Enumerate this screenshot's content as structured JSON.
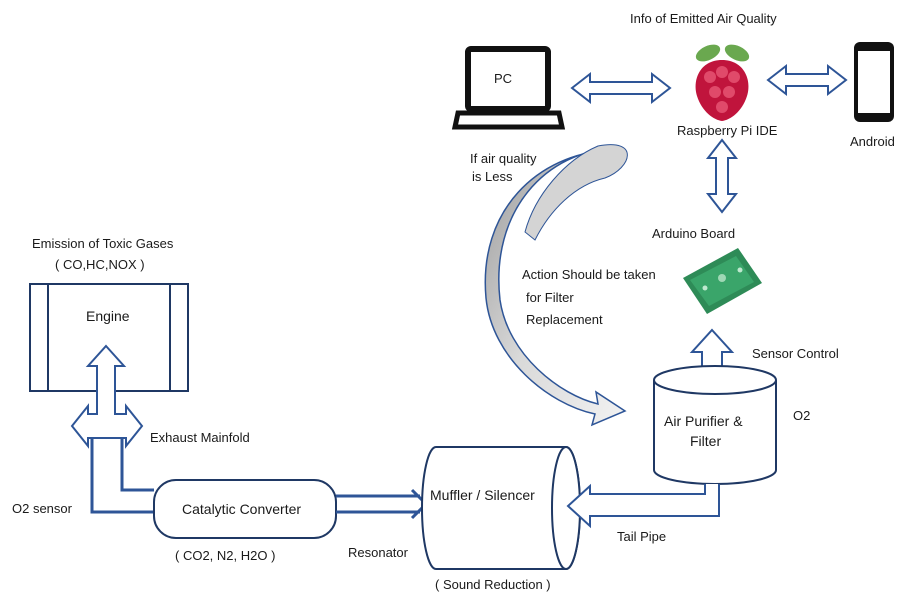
{
  "labels": {
    "info_title": "Info of Emitted Air Quality",
    "pc": "PC",
    "raspberry": "Raspberry Pi IDE",
    "android": "Android",
    "air_quality_line1": "If air quality",
    "air_quality_line2": "is Less",
    "arduino": "Arduino Board",
    "action_line1": "Action  Should be taken",
    "action_line2": "for Filter",
    "action_line3": "Replacement",
    "sensor_control": "Sensor Control",
    "emission_line1": "Emission of Toxic Gases",
    "emission_line2": "( CO,HC,NOX )",
    "engine": "Engine",
    "exhaust": "Exhaust Mainfold",
    "purifier_line1": "Air Purifier &",
    "purifier_line2": "Filter",
    "o2": "O2",
    "o2_sensor": "O2 sensor",
    "catalytic": "Catalytic Converter",
    "muffler": "Muffler / Silencer",
    "tail_pipe": "Tail Pipe",
    "catalytic_products": "( CO2, N2, H2O )",
    "resonator": "Resonator",
    "sound_reduction": "( Sound Reduction )"
  },
  "colors": {
    "outline": "#1f3864",
    "flow": "#2e5597",
    "gray_arrow": "#c8c8c8",
    "berry": "#c0143c",
    "leaf": "#6aa84f",
    "board": "#2e8b57"
  }
}
